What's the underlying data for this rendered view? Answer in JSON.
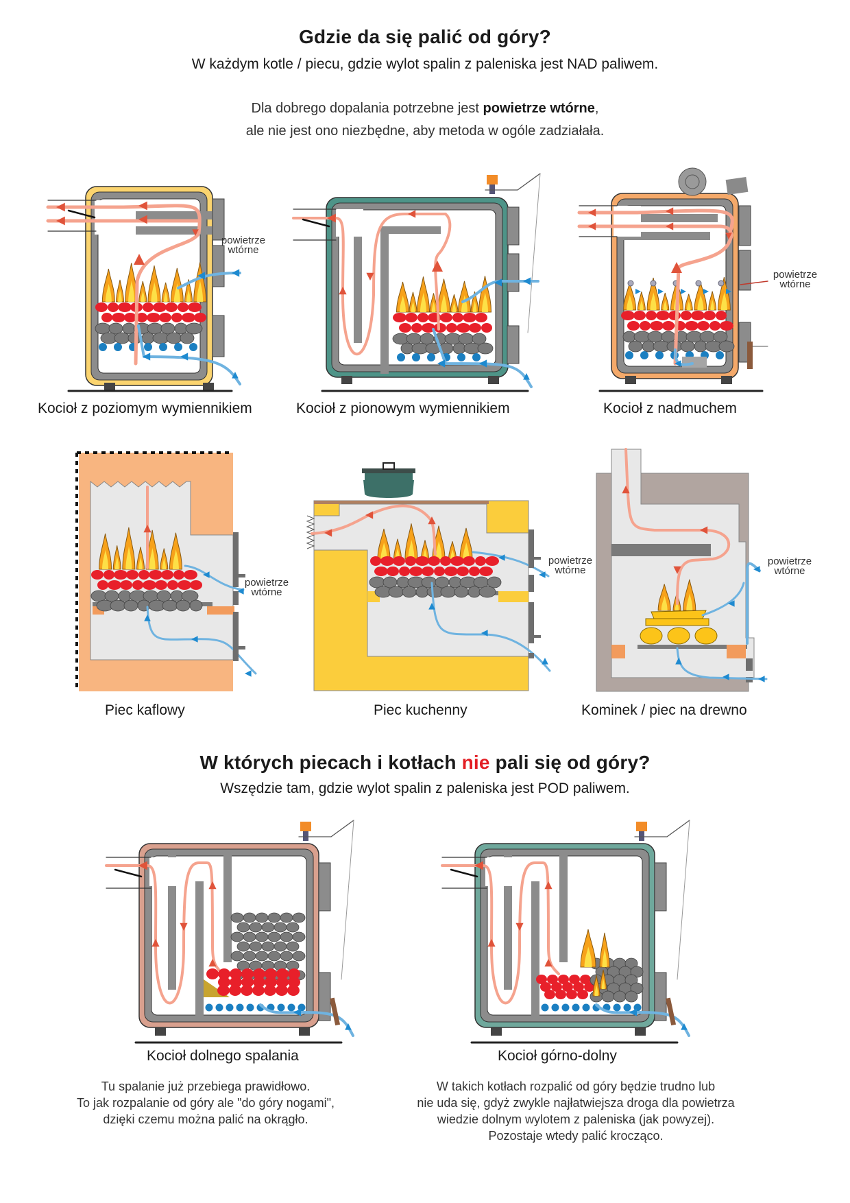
{
  "section1": {
    "title": "Gdzie da się palić od góry?",
    "subtitle": "W każdym kotle / piecu, gdzie wylot spalin z paleniska jest NAD paliwem.",
    "note_line1_prefix": "Dla dobrego dopalania potrzebne jest ",
    "note_line1_bold": "powietrze wtórne",
    "note_line1_suffix": ",",
    "note_line2": "ale nie jest ono niezbędne, aby metoda w ogóle zadziałała."
  },
  "labels": {
    "secondary_air_line1": "powietrze",
    "secondary_air_line2": "wtórne"
  },
  "diagrams_row1": [
    {
      "caption": "Kocioł z poziomym wymiennikiem",
      "casing_color": "#fbd46f"
    },
    {
      "caption": "Kocioł z pionowym wymiennikiem",
      "casing_color": "#4e9488"
    },
    {
      "caption": "Kocioł z nadmuchem",
      "casing_color": "#f4a96a"
    }
  ],
  "diagrams_row2": [
    {
      "caption": "Piec kaflowy",
      "body_color": "#f8b580"
    },
    {
      "caption": "Piec kuchenny",
      "body_color": "#fbcd3c"
    },
    {
      "caption": "Kominek / piec na drewno",
      "body_color": "#b1a5a0"
    }
  ],
  "section2": {
    "title_prefix": "W których piecach i kotłach ",
    "title_highlight": "nie",
    "title_suffix": " pali się od góry?",
    "subtitle": "Wszędzie tam, gdzie wylot spalin z paleniska jest POD paliwem."
  },
  "diagrams_row3": [
    {
      "caption": "Kocioł dolnego spalania",
      "casing_color": "#d9a08e",
      "description": [
        "Tu spalanie już przebiega prawidłowo.",
        "To jak rozpalanie od góry ale \"do góry nogami\",",
        "dzięki czemu można palić na okrągło."
      ]
    },
    {
      "caption": "Kocioł górno-dolny",
      "casing_color": "#6fa89c",
      "description": [
        "W takich kotłach rozpalić od góry będzie trudno lub",
        "nie uda się, gdyż zwykle najłatwiejsza droga dla powietrza",
        "wiedzie dolnym wylotem z paleniska (jak powyzej).",
        "Pozostaje wtedy palić krocząco."
      ]
    }
  ],
  "colors": {
    "flue_gas": "#f5a38e",
    "flue_arrow": "#e0533a",
    "air": "#6fb3e0",
    "air_arrow": "#1e8ad0",
    "ember": "#e8202a",
    "coal": "#7a7a7a",
    "grate_dots": "#1b7fc1",
    "flame": "#f9a825",
    "steel": "#8c8c8c",
    "highlight_red": "#e31e24"
  }
}
